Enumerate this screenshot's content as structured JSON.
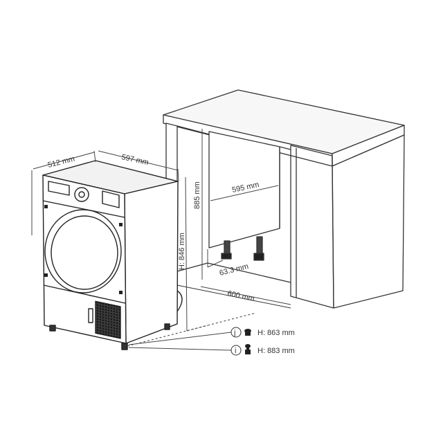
{
  "dimensions": {
    "depth": "512 mm",
    "width": "597 mm",
    "height_machine": "H: 846 mm",
    "cabinet_height": "885 mm",
    "cabinet_width": "595 mm",
    "cabinet_depth": "600 mm",
    "foot_depth": "63.3 mm"
  },
  "legend": {
    "j": {
      "letter": "j",
      "value": "H: 863 mm"
    },
    "i": {
      "letter": "i",
      "value": "H: 883 mm"
    }
  }
}
